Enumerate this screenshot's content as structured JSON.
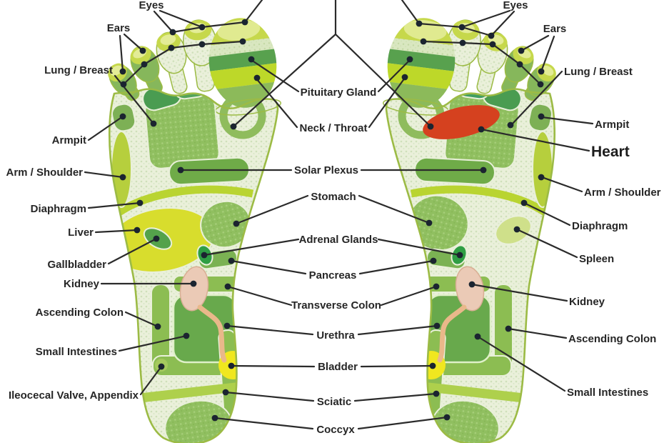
{
  "chart_title": "",
  "labels": {
    "eyes_left": "Eyes",
    "ears_left": "Ears",
    "lung_left": "Lung / Breast",
    "armpit_left": "Armpit",
    "arm_shoulder_left": "Arm / Shoulder",
    "diaphragm_left": "Diaphragm",
    "liver": "Liver",
    "gallbladder": "Gallbladder",
    "kidney_left": "Kidney",
    "ascending_colon_left": "Ascending Colon",
    "small_intestines_left": "Small Intestines",
    "ileocecal": "Ileocecal Valve, Appendix",
    "pituitary": "Pituitary Gland",
    "neck_throat": "Neck / Throat",
    "solar_plexus": "Solar Plexus",
    "stomach": "Stomach",
    "adrenal": "Adrenal Glands",
    "pancreas": "Pancreas",
    "transverse_colon": "Transverse Colon",
    "urethra": "Urethra",
    "bladder": "Bladder",
    "sciatic": "Sciatic",
    "coccyx": "Coccyx",
    "eyes_right": "Eyes",
    "ears_right": "Ears",
    "lung_right": "Lung / Breast",
    "armpit_right": "Armpit",
    "heart": "Heart",
    "arm_shoulder_right": "Arm / Shoulder",
    "diaphragm_right": "Diaphragm",
    "spleen": "Spleen",
    "kidney_right": "Kidney",
    "ascending_colon_right": "Ascending Colon",
    "small_intestines_right": "Small Intestines"
  },
  "colors": {
    "heart": "#d5411f",
    "bladder": "#f0e71f",
    "kidney": "#ebcab6",
    "ureter": "#e9b88a",
    "liver": "#d8dd2d",
    "spleen": "#cfe08a",
    "zone_green": "#8fbd5f",
    "zone_dark_green": "#4a9c51",
    "band_bright": "#bdd829",
    "toe_tip": "#c6d84b",
    "foot_base": "#ebf1dc",
    "outline": "#9cbb45",
    "line": "#2b2b2b"
  }
}
